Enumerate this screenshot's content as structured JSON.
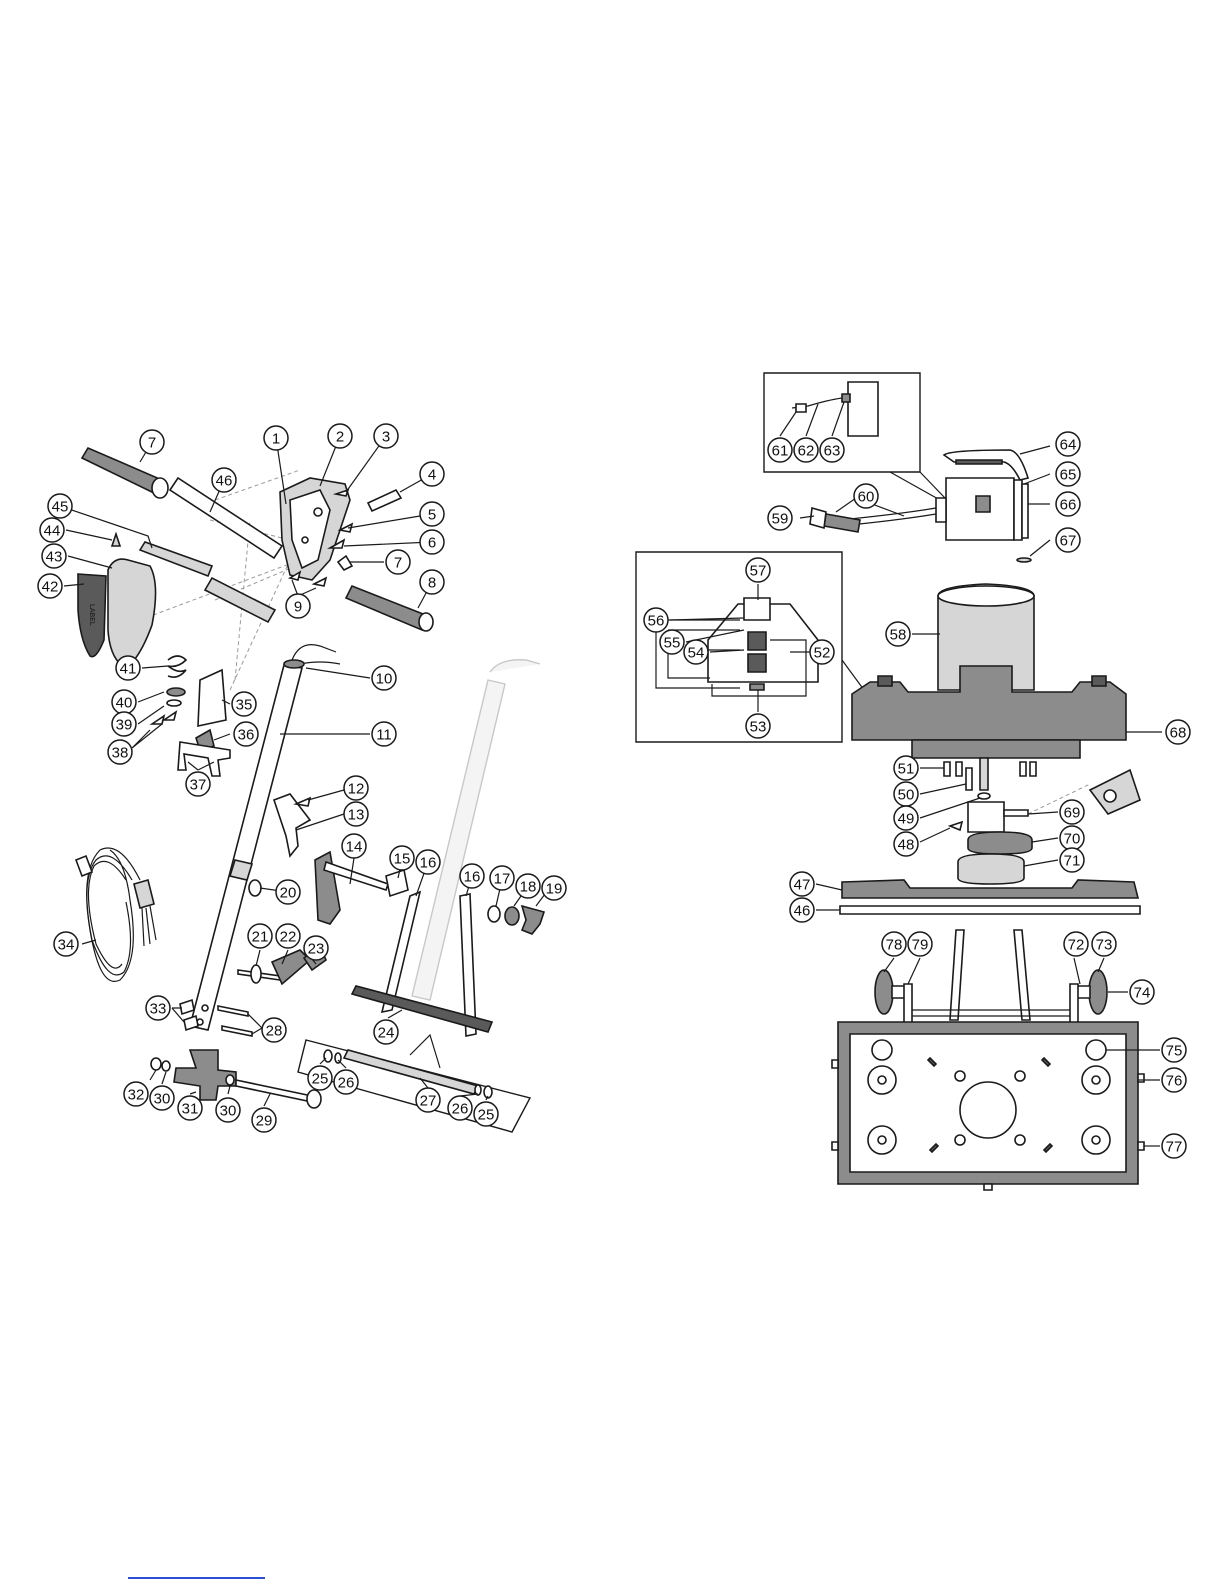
{
  "diagram": {
    "callouts": [
      "7",
      "46",
      "1",
      "2",
      "3",
      "4",
      "45",
      "5",
      "44",
      "6",
      "43",
      "7",
      "42",
      "9",
      "8",
      "41",
      "10",
      "40",
      "35",
      "39",
      "36",
      "11",
      "38",
      "37",
      "12",
      "13",
      "14",
      "15",
      "16",
      "16",
      "17",
      "18",
      "19",
      "20",
      "34",
      "21",
      "22",
      "23",
      "33",
      "28",
      "24",
      "25",
      "26",
      "27",
      "26",
      "25",
      "32",
      "30",
      "31",
      "30",
      "29",
      "61",
      "62",
      "63",
      "64",
      "65",
      "59",
      "60",
      "66",
      "67",
      "57",
      "56",
      "55",
      "58",
      "54",
      "52",
      "53",
      "68",
      "51",
      "50",
      "49",
      "69",
      "48",
      "70",
      "71",
      "47",
      "46",
      "78",
      "79",
      "72",
      "73",
      "74",
      "75",
      "76",
      "77"
    ],
    "handle_label": "LABEL"
  },
  "colors": {
    "part_gray": "#8c8c8c",
    "part_light": "#d6d6d6",
    "outline": "#1a1a1a",
    "link_underline": "#2a4fd6"
  }
}
